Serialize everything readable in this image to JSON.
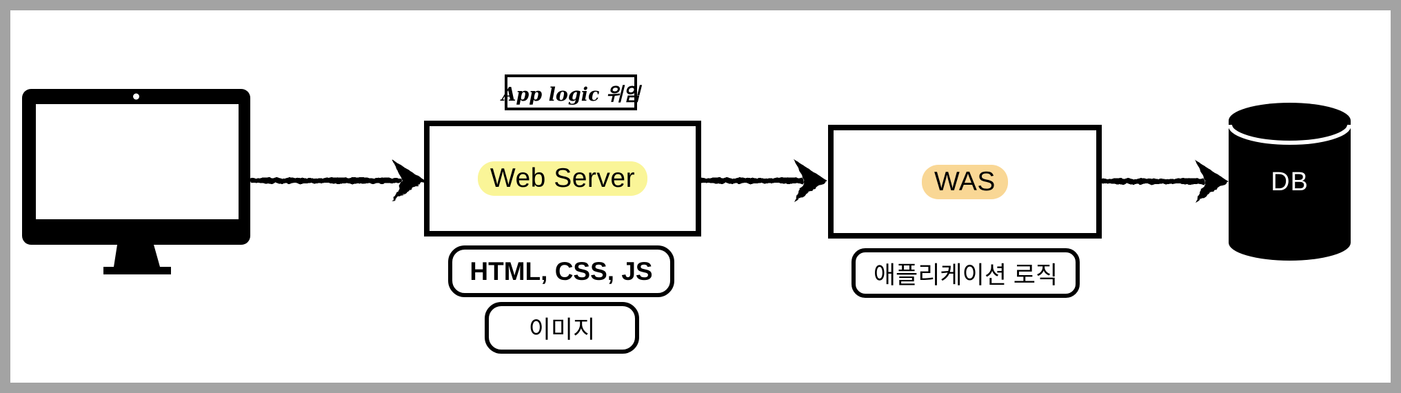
{
  "frame": {
    "border_color": "#a3a3a3",
    "background": "#ffffff"
  },
  "nodes": {
    "client": {
      "icon": "desktop-computer-icon"
    },
    "web_server": {
      "label": "Web Server",
      "highlight_color": "#faf598",
      "note_above": "App logic 위임",
      "tags": [
        "HTML, CSS, JS",
        "이미지"
      ]
    },
    "was": {
      "label": "WAS",
      "highlight_color": "#f9d795",
      "tags": [
        "애플리케이션 로직"
      ]
    },
    "db": {
      "label": "DB",
      "icon": "database-cylinder-icon"
    }
  },
  "connections": [
    {
      "from": "client",
      "to": "web_server"
    },
    {
      "from": "web_server",
      "to": "was"
    },
    {
      "from": "was",
      "to": "db"
    }
  ]
}
